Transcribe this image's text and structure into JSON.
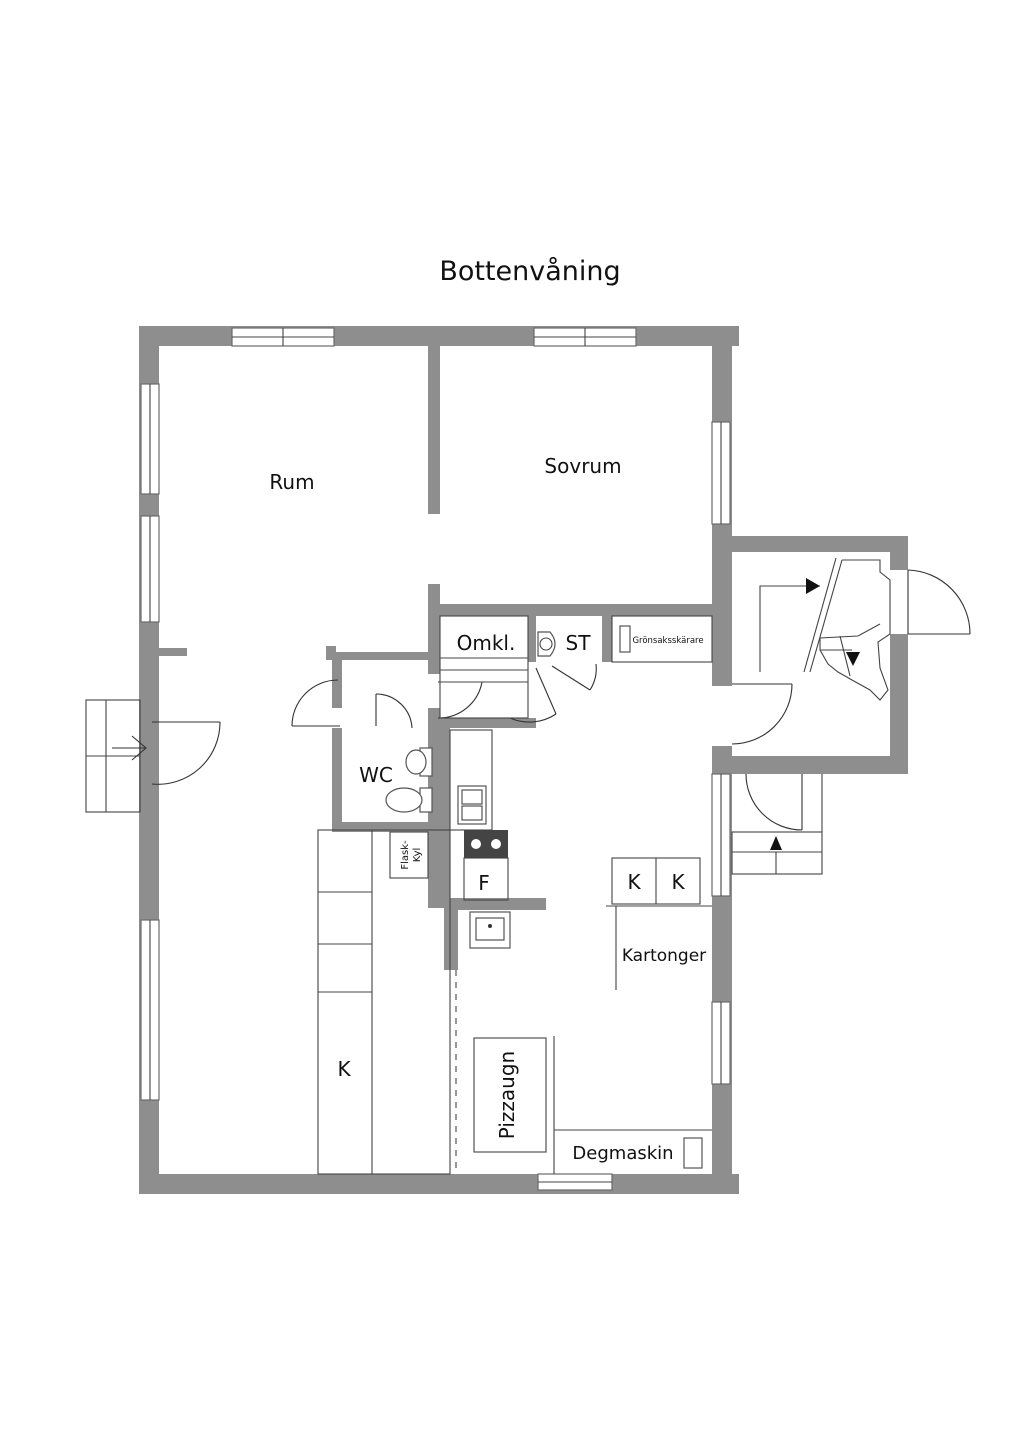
{
  "title": "Bottenvåning",
  "rooms": {
    "rum": "Rum",
    "sovrum": "Sovrum",
    "omkl": "Omkl.",
    "st": "ST",
    "gronsak": "Grönsaksskärare",
    "wc": "WC",
    "flask_kyl_1": "Flask-",
    "flask_kyl_2": "Kyl",
    "f": "F",
    "k_left": "K",
    "k_right": "K",
    "k_large": "K",
    "kartonger": "Kartonger",
    "pizzaugn": "Pizzaugn",
    "degmaskin": "Degmaskin"
  },
  "colors": {
    "wall": "#8e8e8e",
    "line": "#444444",
    "background": "#ffffff"
  }
}
